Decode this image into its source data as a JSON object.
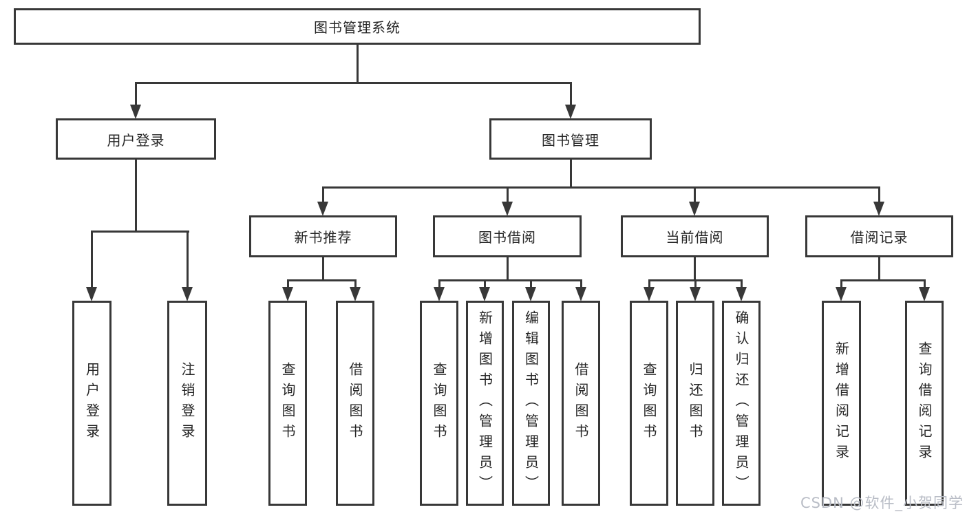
{
  "diagram": {
    "root": {
      "label": "图书管理系统"
    },
    "level2": [
      {
        "label": "用户登录"
      },
      {
        "label": "图书管理"
      }
    ],
    "level3": [
      {
        "label": "新书推荐",
        "parent": "图书管理"
      },
      {
        "label": "图书借阅",
        "parent": "图书管理"
      },
      {
        "label": "当前借阅",
        "parent": "图书管理"
      },
      {
        "label": "借阅记录",
        "parent": "图书管理"
      }
    ],
    "leaves": [
      {
        "label": "用户登录",
        "parent": "用户登录"
      },
      {
        "label": "注销登录",
        "parent": "用户登录"
      },
      {
        "label": "查询图书",
        "parent": "新书推荐"
      },
      {
        "label": "借阅图书",
        "parent": "新书推荐"
      },
      {
        "label": "查询图书",
        "parent": "图书借阅"
      },
      {
        "label": "新增图书（管理员）",
        "parent": "图书借阅"
      },
      {
        "label": "编辑图书（管理员）",
        "parent": "图书借阅"
      },
      {
        "label": "借阅图书",
        "parent": "图书借阅"
      },
      {
        "label": "查询图书",
        "parent": "当前借阅"
      },
      {
        "label": "归还图书",
        "parent": "当前借阅"
      },
      {
        "label": "确认归还（管理员）",
        "parent": "当前借阅"
      },
      {
        "label": "新增借阅记录",
        "parent": "借阅记录"
      },
      {
        "label": "查询借阅记录",
        "parent": "借阅记录"
      }
    ]
  },
  "watermark": {
    "text": "CSDN @软件_小贺同学"
  },
  "colors": {
    "line": "#383838",
    "text": "#262626",
    "watermark": "#b9bdc6",
    "background": "#ffffff"
  }
}
